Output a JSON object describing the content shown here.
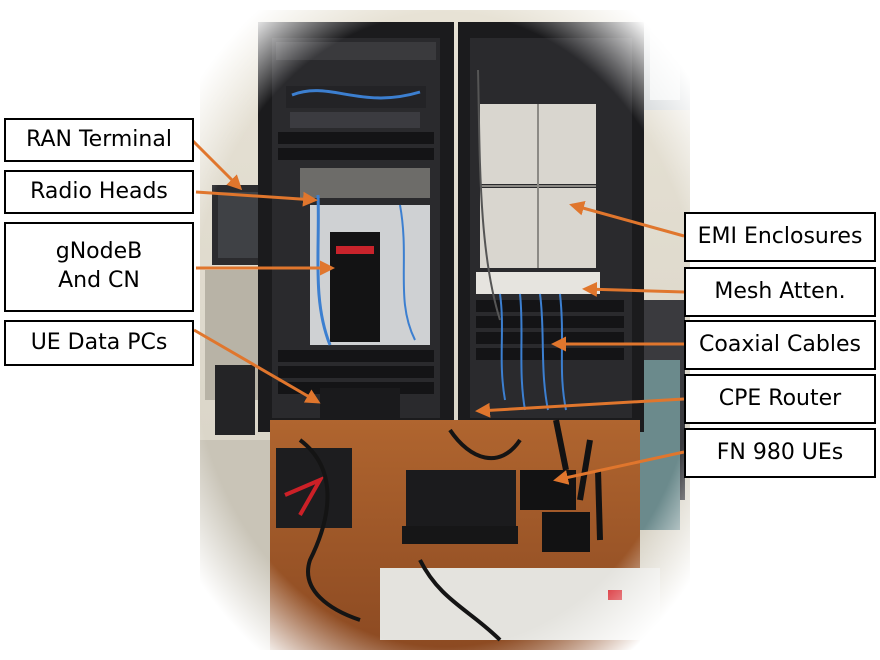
{
  "labels": {
    "ran_terminal": "RAN Terminal",
    "radio_heads": "Radio Heads",
    "gnodeb_line1": "gNodeB",
    "gnodeb_line2": "And CN",
    "ue_data_pcs": "UE Data PCs",
    "emi_enclosures": "EMI Enclosures",
    "mesh_atten": "Mesh Atten.",
    "coaxial_cables": "Coaxial Cables",
    "cpe_router": "CPE Router",
    "fn980_ues": "FN 980 UEs"
  },
  "colors": {
    "arrow": "#E0762D",
    "label_border": "#000000",
    "label_background": "#FFFFFF",
    "rack": "#1B1B1D",
    "cable": "#3C7FD0",
    "table": "#A2582B"
  }
}
